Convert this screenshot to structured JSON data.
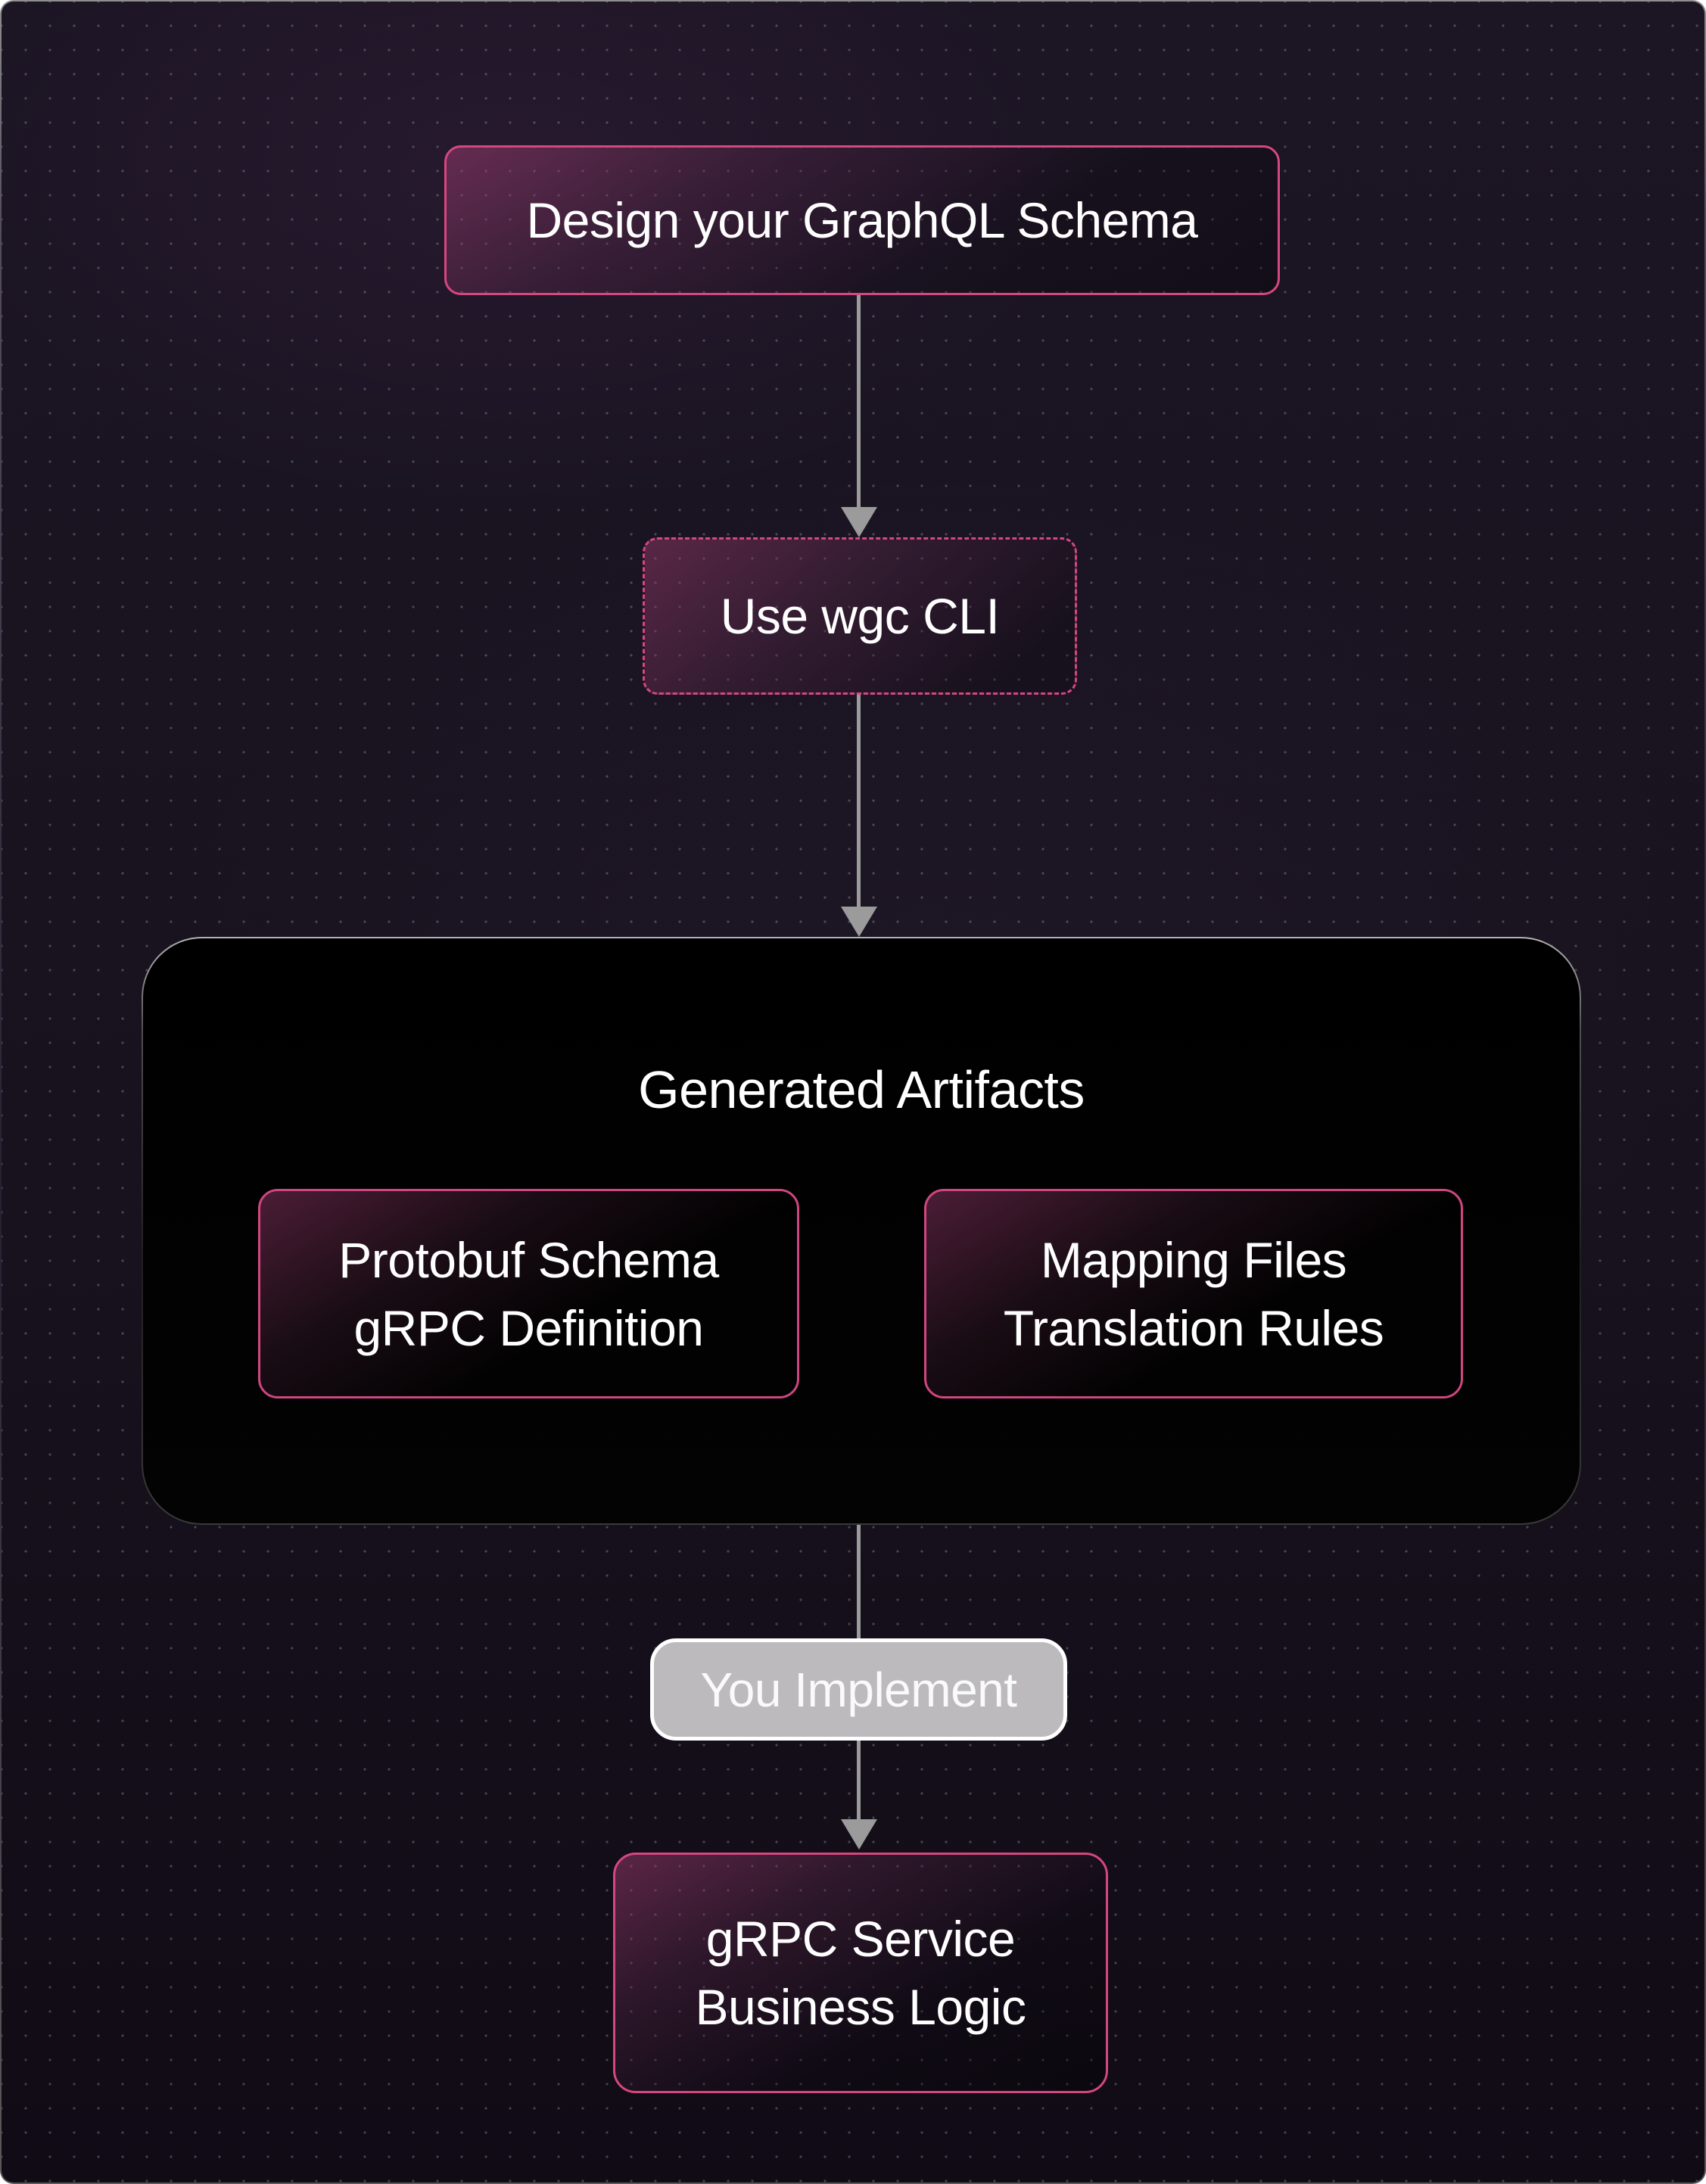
{
  "diagram": {
    "nodes": {
      "design": {
        "label": "Design your GraphQL Schema"
      },
      "cli": {
        "label": "Use wgc CLI"
      },
      "artifacts": {
        "title": "Generated Artifacts",
        "children": [
          {
            "line1": "Protobuf Schema",
            "line2": "gRPC Definition"
          },
          {
            "line1": "Mapping Files",
            "line2": "Translation Rules"
          }
        ]
      },
      "service": {
        "line1": "gRPC Service",
        "line2": "Business Logic"
      }
    },
    "edges": {
      "implement_label": "You Implement"
    },
    "colors": {
      "canvas_background": "#18121e",
      "accent_pink": "#d5477f",
      "node_glow_plum": "#4f2440",
      "container_bg": "#000000",
      "container_border_top": "#b2b2b2",
      "arrow_gray": "#9b9b9b",
      "pill_bg": "#bcbabd",
      "pill_border": "#ffffff",
      "text": "#ffffff"
    }
  }
}
